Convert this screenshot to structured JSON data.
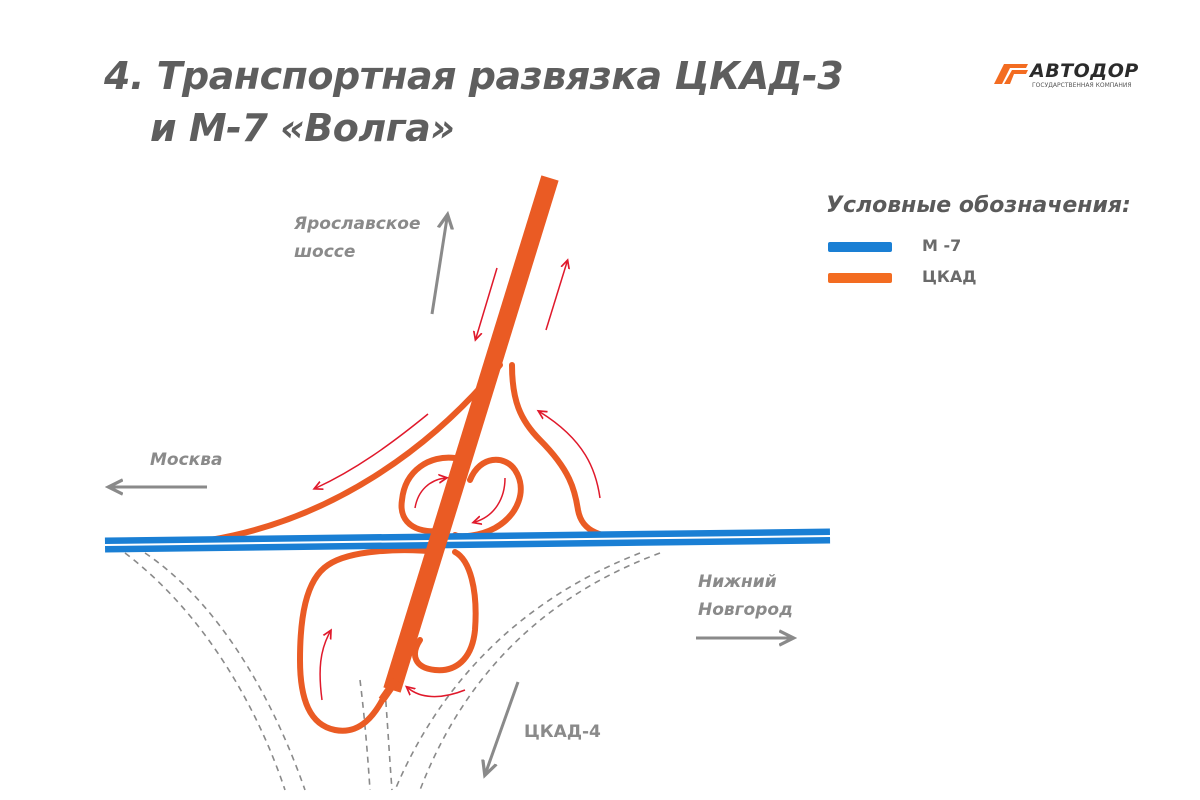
{
  "title": {
    "line1": "4. Транспортная развязка ЦКАД-3",
    "line2": "и М-7 «Волга»"
  },
  "logo": {
    "name": "АВТОДОР",
    "subtitle": "ГОСУДАРСТВЕННАЯ КОМПАНИЯ"
  },
  "legend": {
    "title": "Условные обозначения:",
    "items": [
      {
        "label": "М -7",
        "color": "#1a7fd4"
      },
      {
        "label": "ЦКАД",
        "color": "#f36c21"
      }
    ]
  },
  "directions": {
    "yaroslavl": {
      "line1": "Ярославское",
      "line2": "шоссе"
    },
    "moscow": "Москва",
    "nizhny": {
      "line1": "Нижний",
      "line2": "Новгород"
    },
    "ckad4": "ЦКАД-4"
  },
  "colors": {
    "m7": "#1a7fd4",
    "ckad": "#ea5b24",
    "arrow": "#e0192b",
    "direction_arrow": "#8a8a8a",
    "dashed": "#8a8a8a"
  }
}
